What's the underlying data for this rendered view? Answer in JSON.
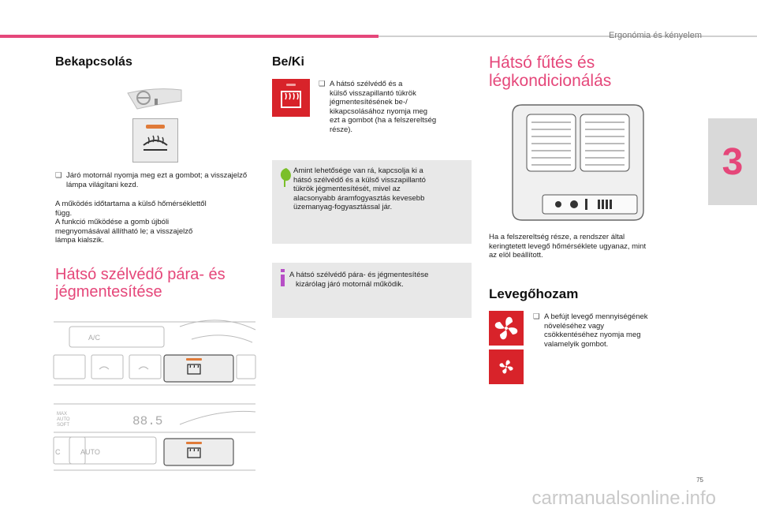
{
  "header": {
    "section_title": "Ergonómia és kényelem",
    "chapter": "3"
  },
  "col1": {
    "heading1": "Bekapcsolás",
    "bullet1": "Járó motornál nyomja meg ezt a gombot; a visszajelző lámpa világítani kezd.",
    "para1_lines": [
      "A működés időtartama a külső hőmérséklettől",
      "függ.",
      "A funkció működése a gomb újbóli",
      "megnyomásával állítható le; a visszajelző",
      "lámpa kialszik."
    ],
    "heading2_line1": "Hátsó szélvédő pára- és",
    "heading2_line2": "jégmentesítése",
    "panel_ac_label": "A/C",
    "panel_auto_label": "AUTO",
    "panel_display_digits": "88.5",
    "panel_auto_stack": [
      "MAX",
      "AUTO",
      "SOFT"
    ],
    "panel_c_label": "C"
  },
  "col2": {
    "heading": "Be/Ki",
    "bullet_lines": [
      "A hátsó szélvédő és a",
      "külső visszapillantó tükrök",
      "jégmentesítésének be-/",
      "kikapcsolásához nyomja meg",
      "ezt a gombot (ha a felszereltség",
      "része)."
    ],
    "note1_lines": [
      "Amint lehetősége van rá, kapcsolja ki a",
      "hátsó szélvédő és a külső visszapillantó",
      "tükrök jégmentesítését, mivel az",
      "alacsonyabb áramfogyasztás kevesebb",
      "üzemanyag-fogyasztással jár."
    ],
    "note2_lines": [
      "A hátsó szélvédő pára- és jégmentesítése",
      "kizárólag járó motornál működik."
    ]
  },
  "col3": {
    "heading1_line1": "Hátsó fűtés és",
    "heading1_line2": "légkondicionálás",
    "para1_lines": [
      "Ha a felszereltség része, a rendszer által",
      "keringtetett levegő hőmérséklete ugyanaz, mint",
      "az elöl beállított."
    ],
    "heading2": "Levegőhozam",
    "bullet_lines": [
      "A befújt levegő mennyiségének",
      "növeléséhez vagy",
      "csökkentéséhez nyomja meg",
      "valamelyik gombot."
    ]
  },
  "footer": {
    "page_number": "75",
    "watermark": "carmanualsonline.info"
  },
  "colors": {
    "accent_pink": "#e5477a",
    "button_red": "#d8232a",
    "note_grey": "#e8e8e8",
    "indicator_orange": "#e07b39"
  }
}
